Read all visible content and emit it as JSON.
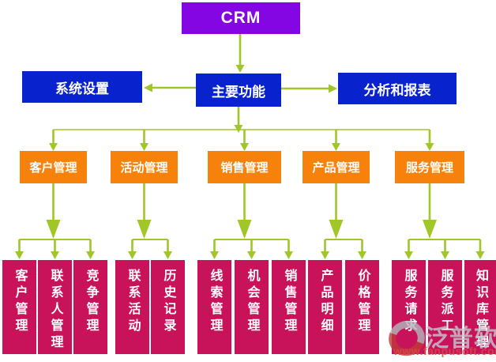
{
  "diagram": {
    "root": {
      "label": "CRM"
    },
    "level2": [
      {
        "label": "系统设置"
      },
      {
        "label": "主要功能"
      },
      {
        "label": "分析和报表"
      }
    ],
    "level3": [
      {
        "label": "客户管理"
      },
      {
        "label": "活动管理"
      },
      {
        "label": "销售管理"
      },
      {
        "label": "产品管理"
      },
      {
        "label": "服务管理"
      }
    ],
    "groups": [
      {
        "parent": "客户管理",
        "children": [
          {
            "label": "客户管理"
          },
          {
            "label": "联系人管理"
          },
          {
            "label": "竞争管理"
          }
        ]
      },
      {
        "parent": "活动管理",
        "children": [
          {
            "label": "联系活动"
          },
          {
            "label": "历史记录"
          }
        ]
      },
      {
        "parent": "销售管理",
        "children": [
          {
            "label": "线索管理"
          },
          {
            "label": "机会管理"
          },
          {
            "label": "销售管理"
          }
        ]
      },
      {
        "parent": "产品管理",
        "children": [
          {
            "label": "产品明细"
          },
          {
            "label": "价格管理"
          }
        ]
      },
      {
        "parent": "服务管理",
        "children": [
          {
            "label": "服务请求"
          },
          {
            "label": "服务派工"
          },
          {
            "label": "知识库管理"
          }
        ]
      }
    ]
  },
  "watermark": {
    "brand": "泛普软件",
    "url": "www.fanpusoft.com"
  },
  "colors": {
    "root": "#8406E3",
    "level2": "#0823CE",
    "level3": "#F6820C",
    "leaf": "#C8125A",
    "arrow": "#A0C628",
    "text": "#FFFFFF"
  }
}
